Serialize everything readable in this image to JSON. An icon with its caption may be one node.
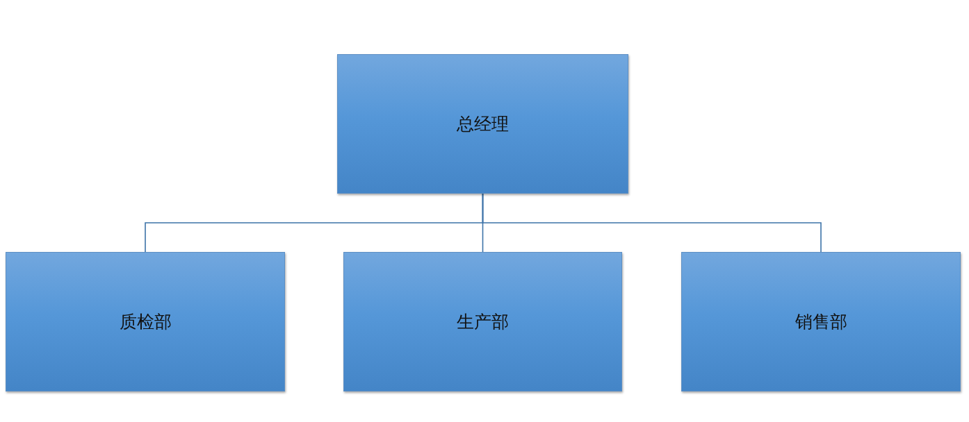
{
  "diagram": {
    "nodes": [
      {
        "text": [
          "总经理"
        ]
      },
      {
        "text": [
          "质检部"
        ]
      },
      {
        "text": [
          "生产部"
        ]
      },
      {
        "text": [
          "销售部"
        ]
      }
    ],
    "edges": [
      {
        "from": 0,
        "to": 1,
        "arrow": "none"
      },
      {
        "from": 0,
        "to": 2,
        "arrow": "none"
      },
      {
        "from": 0,
        "to": 3,
        "arrow": "none"
      }
    ]
  }
}
